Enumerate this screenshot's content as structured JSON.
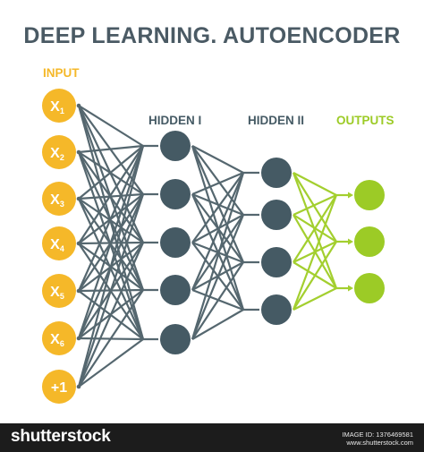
{
  "title": "DEEP LEARNING. AUTOENCODER",
  "layers": {
    "input": {
      "label": "INPUT",
      "nodes": [
        {
          "main": "X",
          "sub": "1"
        },
        {
          "main": "X",
          "sub": "2"
        },
        {
          "main": "X",
          "sub": "3"
        },
        {
          "main": "X",
          "sub": "4"
        },
        {
          "main": "X",
          "sub": "5"
        },
        {
          "main": "X",
          "sub": "6"
        },
        {
          "main": "+1",
          "sub": ""
        }
      ]
    },
    "hidden1": {
      "label": "HIDDEN I",
      "count": 5
    },
    "hidden2": {
      "label": "HIDDEN II",
      "count": 4
    },
    "outputs": {
      "label": "OUTPUTS",
      "count": 3
    }
  },
  "colors": {
    "title": "#4a5a64",
    "input_node": "#f5b829",
    "input_label": "#f5b829",
    "hidden_node": "#455a64",
    "hidden_label": "#455a64",
    "hidden_edge": "#55676f",
    "output_node": "#9ccb26",
    "output_label": "#9ccb26",
    "output_edge": "#a3cf2f"
  },
  "footer": {
    "brand": "shutterstock",
    "image_id": "IMAGE ID: 1376469581",
    "site": "www.shutterstock.com"
  }
}
